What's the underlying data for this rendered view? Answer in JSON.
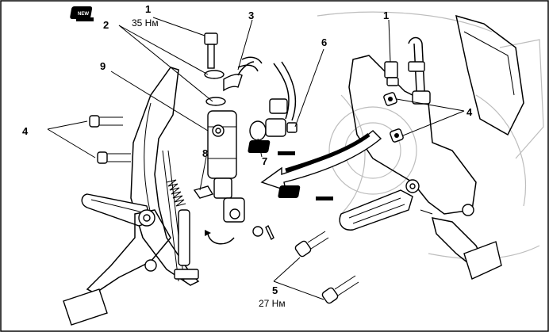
{
  "callouts": {
    "c1_left": "1",
    "c1_right": "1",
    "c2": "2",
    "c3": "3",
    "c4_left": "4",
    "c4_right": "4",
    "c5": "5",
    "c6": "6",
    "c7": "7",
    "c8": "8",
    "c9": "9"
  },
  "torques": {
    "t1": "35 Нм",
    "t5": "27 Нм"
  },
  "badges": {
    "new_label": "NEW"
  }
}
